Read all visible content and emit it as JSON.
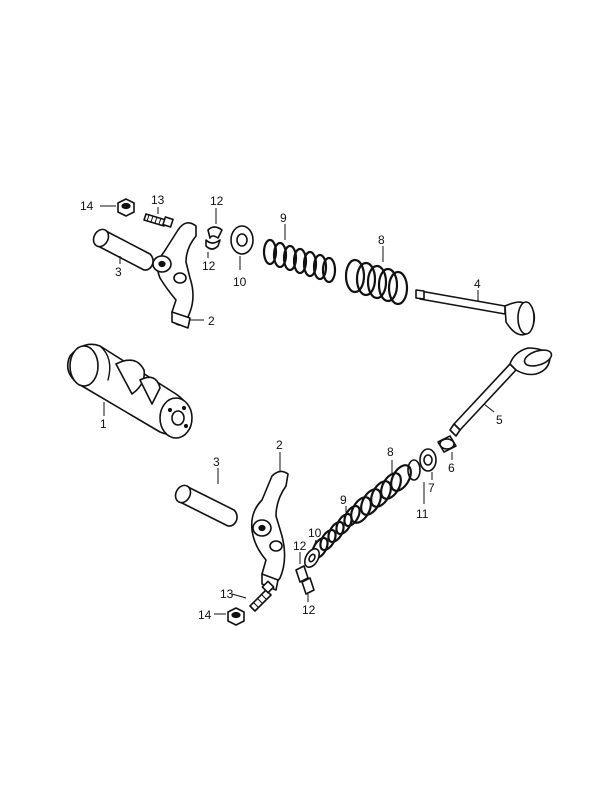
{
  "callouts": {
    "p1": "1",
    "p2_top": "2",
    "p2_bot": "2",
    "p3_top": "3",
    "p3_bot": "3",
    "p4": "4",
    "p5": "5",
    "p6": "6",
    "p7": "7",
    "p8_top": "8",
    "p8_bot": "8",
    "p9_top": "9",
    "p9_bot": "9",
    "p10_top": "10",
    "p10_bot": "10",
    "p11": "11",
    "p12_top_a": "12",
    "p12_top_b": "12",
    "p12_bot_a": "12",
    "p12_bot_b": "12",
    "p13_top": "13",
    "p13_bot": "13",
    "p14_top": "14",
    "p14_bot": "14"
  },
  "colors": {
    "ink": "#111111",
    "paper": "#ffffff"
  }
}
